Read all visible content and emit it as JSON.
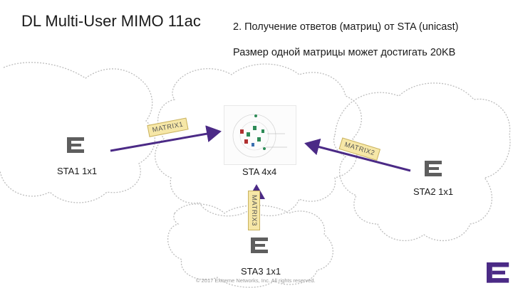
{
  "slide_title": "DL Multi-User MIMO 11ac",
  "step_title": "2. Получение ответов (матриц) от STA (unicast)",
  "note": "Размер одной матрицы может достигать 20KB",
  "nodes": {
    "sta1": "STA1 1x1",
    "ap": "STA 4x4",
    "sta2": "STA2 1x1",
    "sta3": "STA3 1x1"
  },
  "matrices": {
    "m1": "MATRIX1",
    "m2": "MATRIX2",
    "m3": "MATRIX3"
  },
  "copyright": "© 2017 Extreme Networks, Inc. All rights reserved.",
  "colors": {
    "arrow": "#4b2a86",
    "logo": "#5e5e5e",
    "cloud": "#bdbdbd",
    "tag_fill": "#f6e7a7"
  },
  "icons": [
    "extreme-logo-icon",
    "access-point-icon"
  ]
}
